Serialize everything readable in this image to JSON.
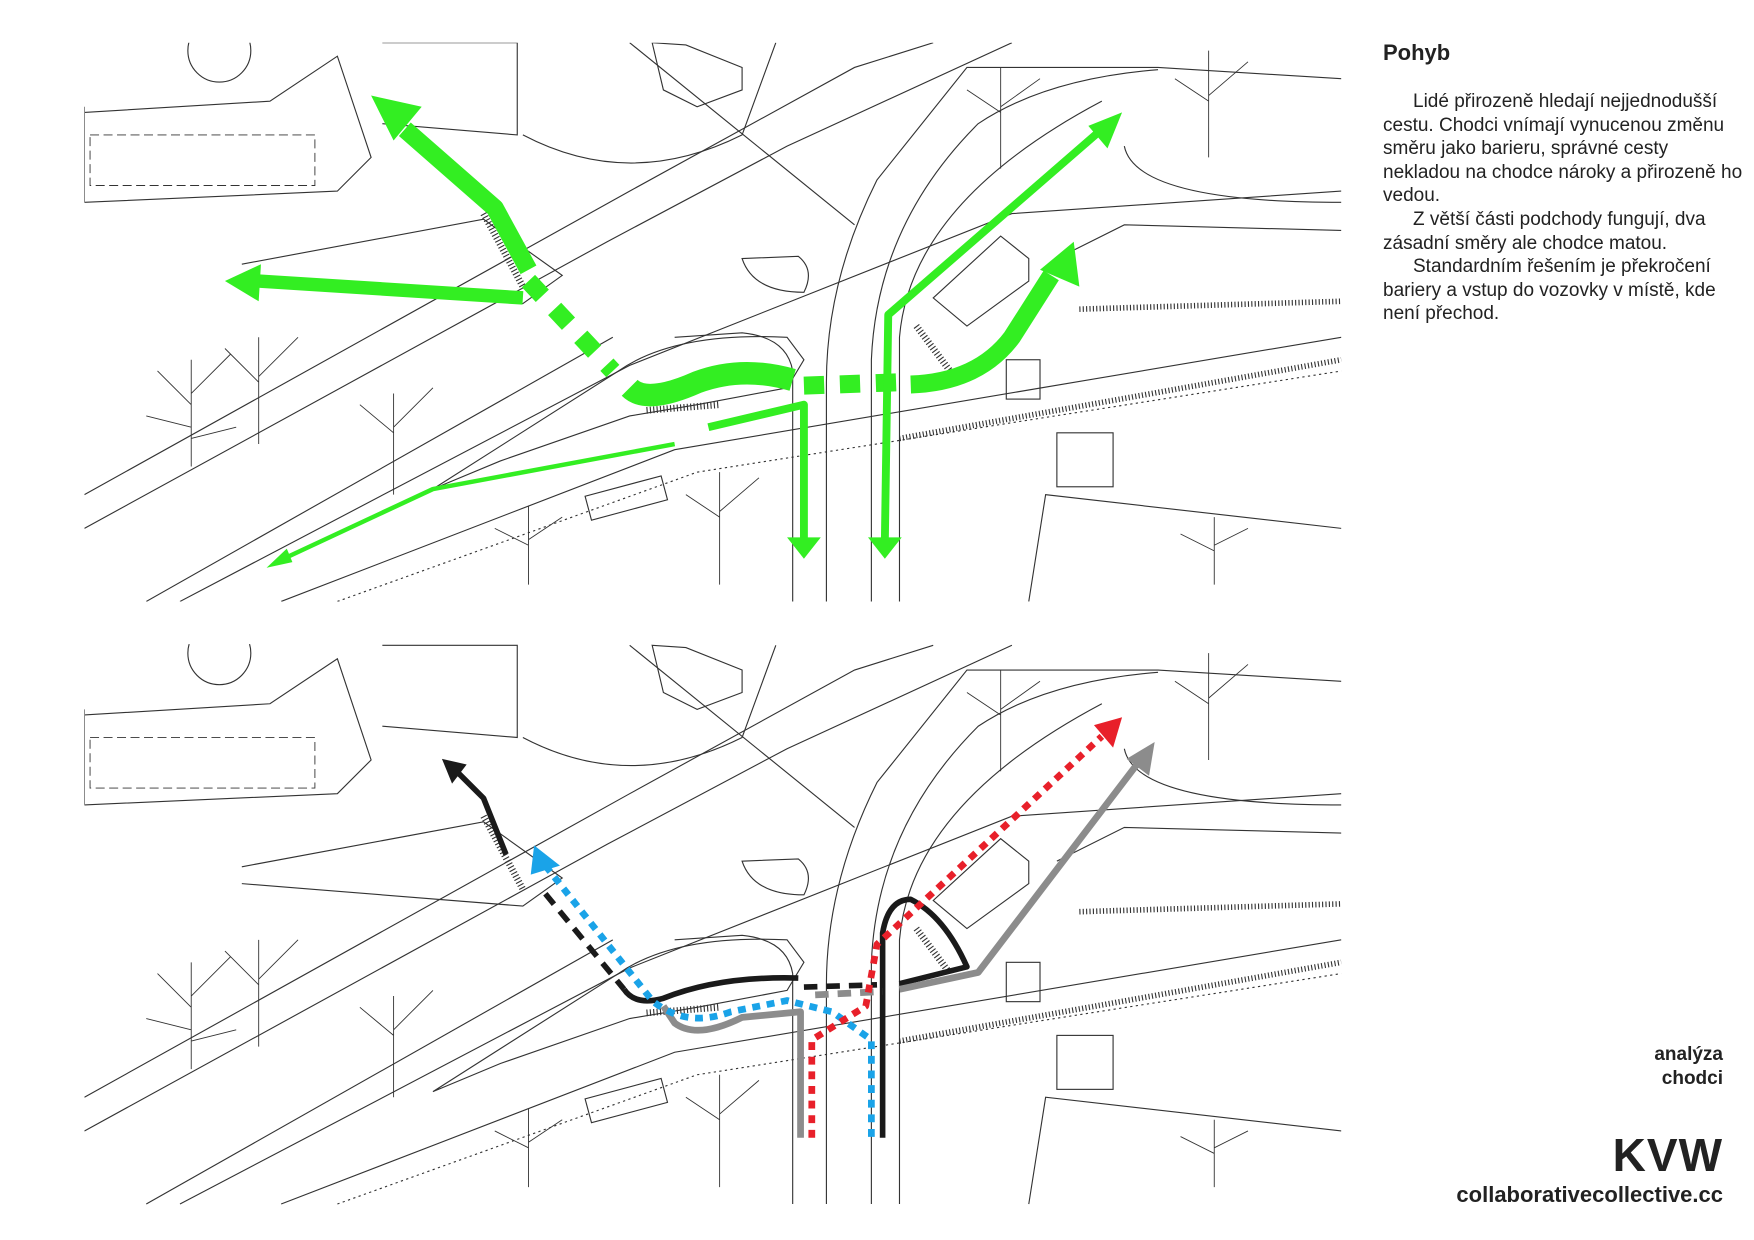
{
  "sidebar": {
    "title": "Pohyb",
    "paragraphs": [
      "Lidé přirozeně hledají nejjednodušší cestu. Chodci vnímají vynucenou změnu směru jako barieru, správné cesty nekladou na chodce nároky a přirozeně ho vedou.",
      "Z větší části podchody fungují, dva zásadní směry ale chodce matou.",
      "Standardním řešením je překročení bariery a vstup do vozovky v místě, kde není přechod."
    ],
    "label_line1": "analýza",
    "label_line2": "chodci",
    "logo": "KVW",
    "website": "collaborativecollective.cc"
  },
  "colors": {
    "natural_paths": "#33ee22",
    "black_path": "#1a1a1a",
    "blue_path": "#1aa3e8",
    "red_path": "#e8202a",
    "gray_path": "#8c8c8c",
    "linework": "#333333"
  }
}
